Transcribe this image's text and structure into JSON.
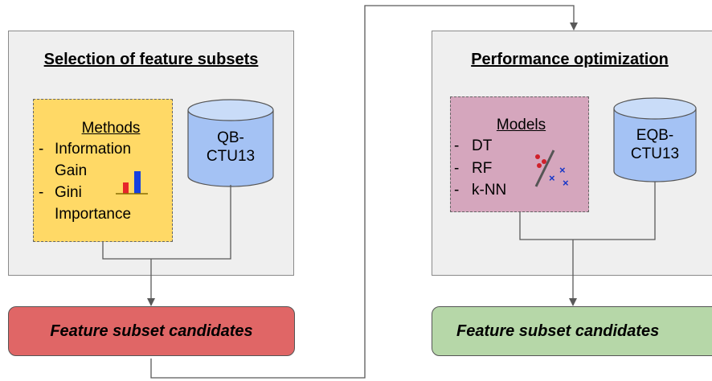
{
  "left_panel": {
    "title": "Selection of feature subsets",
    "methods_box": {
      "heading": "Methods",
      "items": [
        {
          "dash": "-",
          "lines": [
            "Information",
            "Gain"
          ]
        },
        {
          "dash": "-",
          "lines": [
            "Gini",
            "Importance"
          ]
        }
      ]
    },
    "dataset": {
      "line1": "QB-",
      "line2": "CTU13"
    },
    "icon": "bar-chart-icon"
  },
  "right_panel": {
    "title": "Performance optimization",
    "models_box": {
      "heading": "Models",
      "items": [
        {
          "dash": "-",
          "label": "DT"
        },
        {
          "dash": "-",
          "label": "RF"
        },
        {
          "dash": "-",
          "label": "k-NN"
        }
      ]
    },
    "dataset": {
      "line1": "EQB-",
      "line2": "CTU13"
    },
    "icon": "classifier-icon"
  },
  "left_output": {
    "label": "Feature subset candidates",
    "color": "#e06666"
  },
  "right_output": {
    "label": "Feature subset candidates",
    "color": "#b6d7a8"
  },
  "colors": {
    "panel_bg": "#efefef",
    "methods_bg": "#ffd966",
    "models_bg": "#d5a6bd",
    "cylinder_fill": "#a4c2f4",
    "line": "#595959"
  }
}
